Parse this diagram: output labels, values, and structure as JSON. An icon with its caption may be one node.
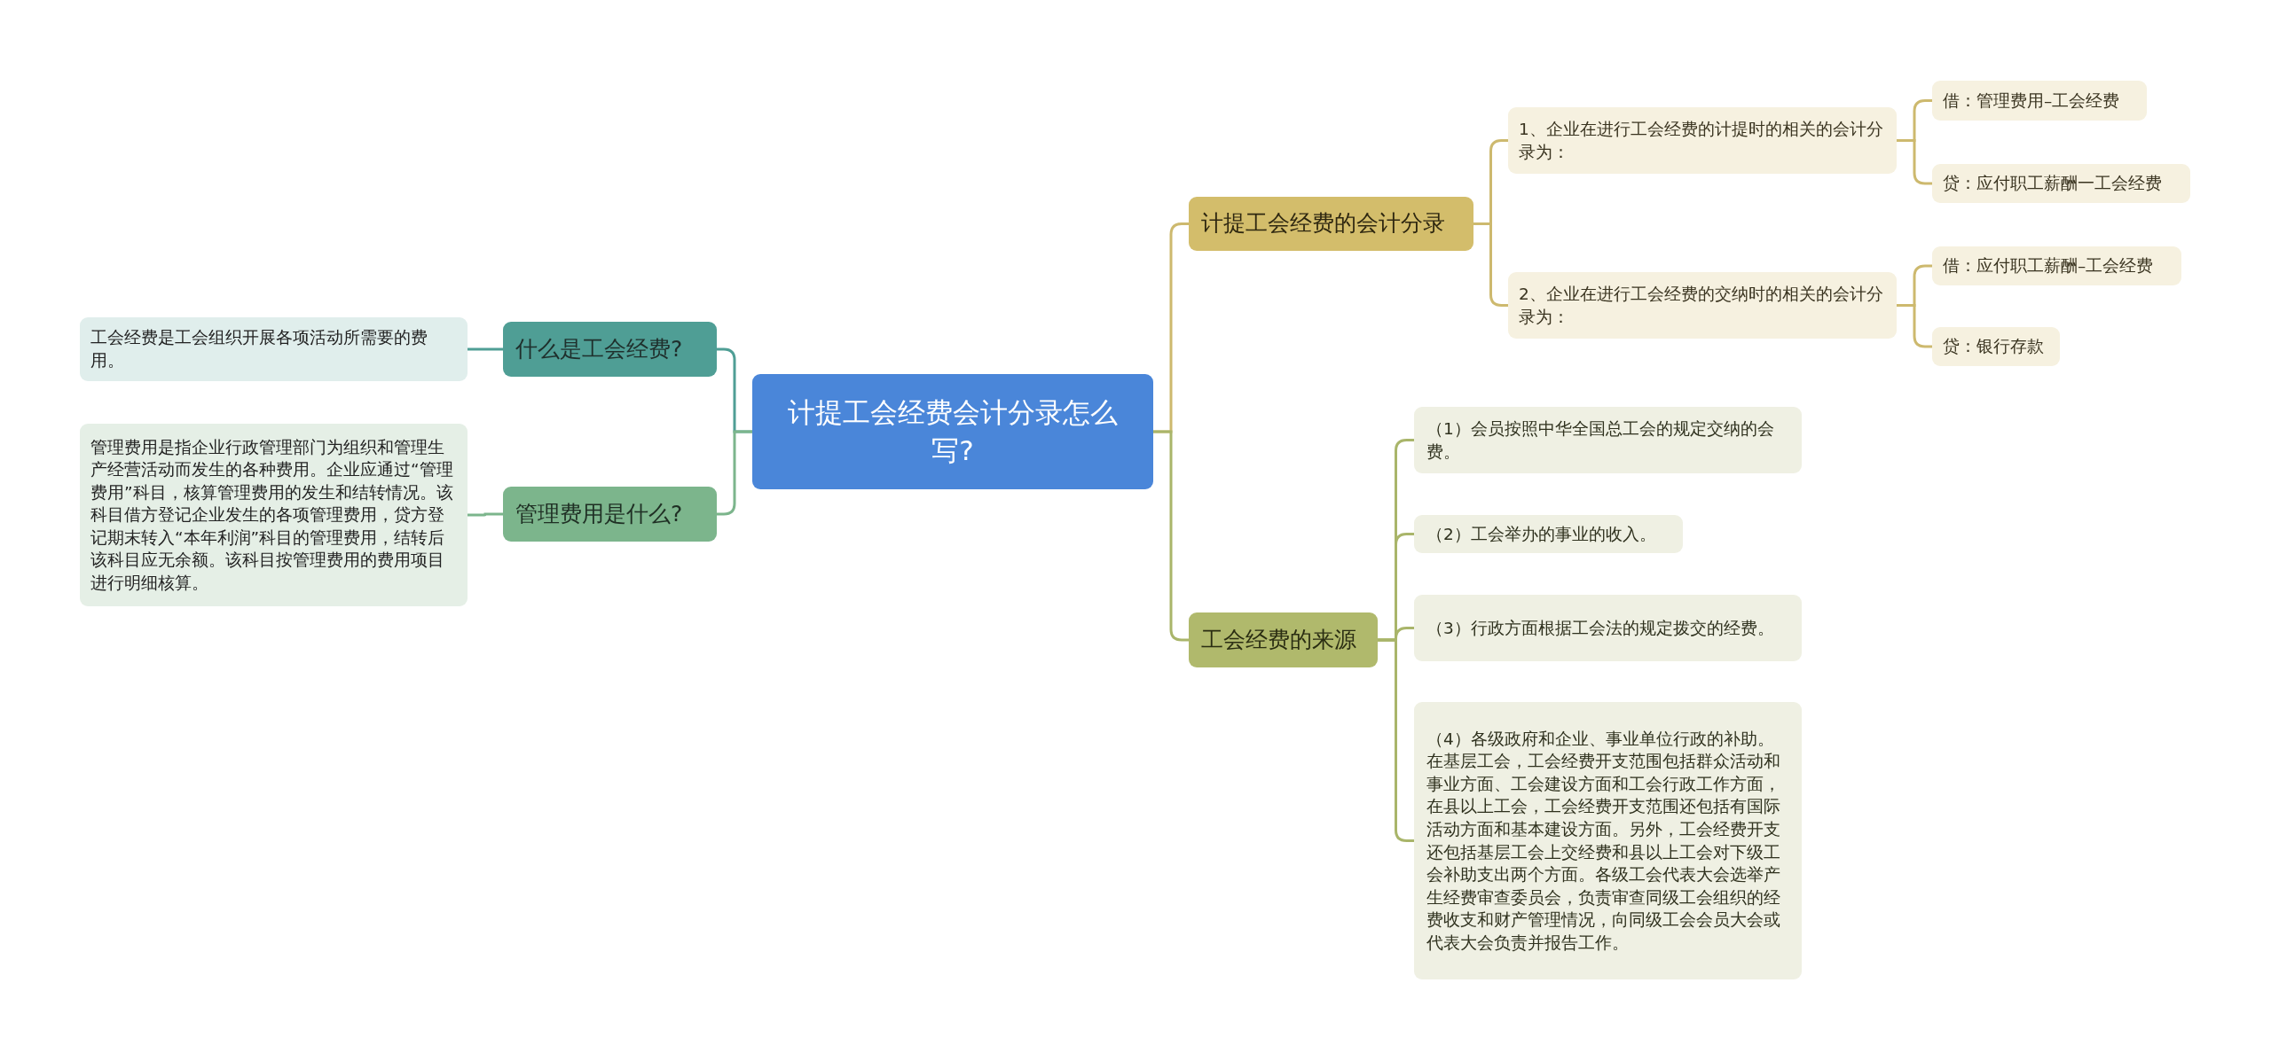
{
  "diagram": {
    "nodes": [
      {
        "text": [
          "计提工会经费会计分录怎么写?"
        ]
      },
      {
        "text": [
          "什么是工会经费?"
        ]
      },
      {
        "text": [
          "工会经费是工会组织开展各项活动所需要的费用。"
        ]
      },
      {
        "text": [
          "管理费用是什么?"
        ]
      },
      {
        "text": [
          "管理费用是指企业行政管理部门为组织和管理生产经营活动而发生的各种费用。企业应通过“管理费用”科目，核算管理费用的发生和结转情况。该科目借方登记企业发生的各项管理费用，贷方登记期末转入“本年利润”科目的管理费用，结转后该科目应无余额。该科目按管理费用的费用项目进行明细核算。"
        ]
      },
      {
        "text": [
          "计提工会经费的会计分录"
        ]
      },
      {
        "text": [
          "1、企业在进行工会经费的计提时的相关的会计分录为："
        ]
      },
      {
        "text": [
          "借：管理费用–工会经费"
        ]
      },
      {
        "text": [
          "贷：应付职工薪酬一工会经费"
        ]
      },
      {
        "text": [
          "2、企业在进行工会经费的交纳时的相关的会计分录为："
        ]
      },
      {
        "text": [
          "借：应付职工薪酬–工会经费"
        ]
      },
      {
        "text": [
          "贷：银行存款"
        ]
      },
      {
        "text": [
          "工会经费的来源"
        ]
      },
      {
        "text": [
          "（1）会员按照中华全国总工会的规定交纳的会费。"
        ]
      },
      {
        "text": [
          "（2）工会举办的事业的收入。"
        ]
      },
      {
        "text": [
          "（3）行政方面根据工会法的规定拨交的经费。"
        ]
      },
      {
        "text": [
          "（4）各级政府和企业、事业单位行政的补助。在基层工会，工会经费开支范围包括群众活动和事业方面、工会建设方面和工会行政工作方面，在县以上工会，工会经费开支范围还包括有国际活动方面和基本建设方面。另外，工会经费开支还包括基层工会上交经费和县以上工会对下级工会补助支出两个方面。各级工会代表大会选举产生经费审查委员会，负责审查同级工会组织的经费收支和财产管理情况，向同级工会会员大会或代表大会负责并报告工作。"
        ]
      }
    ],
    "edges": [
      {
        "from": 0,
        "to": 1,
        "arrow": "none",
        "color": "#4f9e95"
      },
      {
        "from": 1,
        "to": 2,
        "arrow": "none",
        "color": "#4f9e95"
      },
      {
        "from": 0,
        "to": 3,
        "arrow": "none",
        "color": "#7cb58c"
      },
      {
        "from": 3,
        "to": 4,
        "arrow": "none",
        "color": "#7cb58c"
      },
      {
        "from": 0,
        "to": 5,
        "arrow": "none"
      },
      {
        "from": 5,
        "to": 6,
        "arrow": "none"
      },
      {
        "from": 6,
        "to": 7,
        "arrow": "none"
      },
      {
        "from": 6,
        "to": 8,
        "arrow": "none"
      },
      {
        "from": 5,
        "to": 9,
        "arrow": "none"
      },
      {
        "from": 9,
        "to": 10,
        "arrow": "none"
      },
      {
        "from": 9,
        "to": 11,
        "arrow": "none"
      },
      {
        "from": 0,
        "to": 12,
        "arrow": "none",
        "color": "#a9b56a"
      },
      {
        "from": 12,
        "to": 13,
        "arrow": "none",
        "color": "#a9b56a"
      },
      {
        "from": 12,
        "to": 14,
        "arrow": "none",
        "color": "#a9b56a"
      },
      {
        "from": 12,
        "to": 15,
        "arrow": "none",
        "color": "#a9b56a"
      },
      {
        "from": 12,
        "to": 16,
        "arrow": "none",
        "color": "#a9b56a"
      }
    ]
  }
}
